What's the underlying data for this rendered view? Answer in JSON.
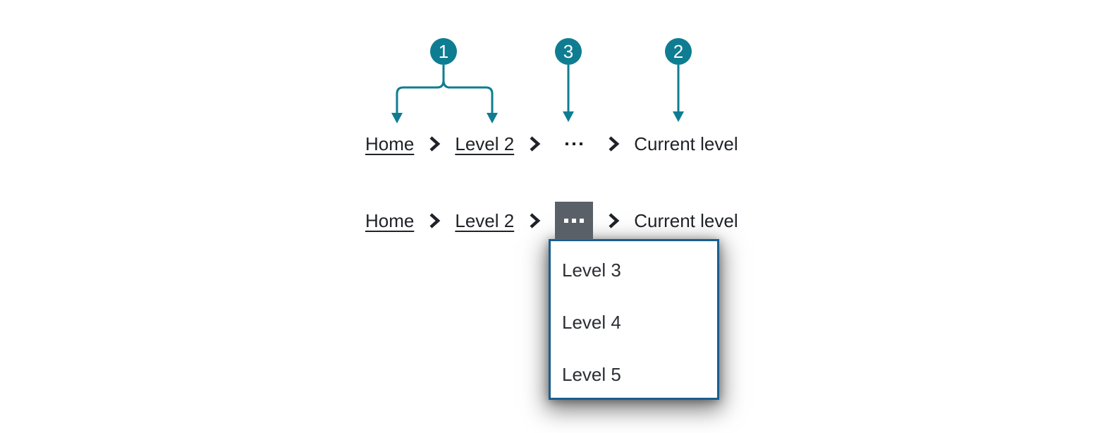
{
  "colors": {
    "background": "#ffffff",
    "callout_accent": "#0e7d92",
    "callout_number_text": "#ffffff",
    "breadcrumb_text": "#1f2227",
    "overflow_button_background": "#5a6068",
    "overflow_button_dots": "#ffffff",
    "dropdown_border": "#1a5e8f",
    "dropdown_background": "#ffffff",
    "dropdown_text": "#2b2e33"
  },
  "callouts": [
    {
      "number": "1"
    },
    {
      "number": "3"
    },
    {
      "number": "2"
    }
  ],
  "breadcrumb_default": {
    "links": [
      "Home",
      "Level 2"
    ],
    "current": "Current level"
  },
  "breadcrumb_expanded": {
    "links": [
      "Home",
      "Level 2"
    ],
    "current": "Current level"
  },
  "overflow_menu": {
    "items": [
      "Level 3",
      "Level 4",
      "Level 5"
    ]
  }
}
